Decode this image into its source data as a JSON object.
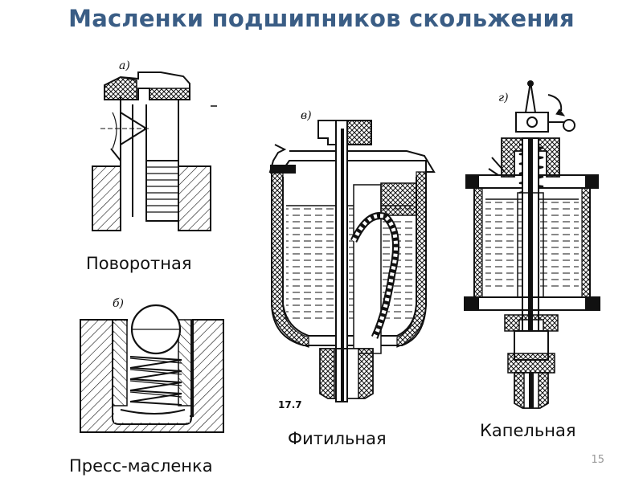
{
  "title": "Масленки подшипников скольжения",
  "figures": {
    "a": {
      "letter": "а)",
      "caption": "Поворотная"
    },
    "b": {
      "letter": "б)",
      "caption": "Пресс-масленка"
    },
    "v": {
      "letter": "в)",
      "caption": "Фитильная",
      "figure_number": "17.7"
    },
    "g": {
      "letter": "г)",
      "caption": "Капельная"
    }
  },
  "slide_number": "15"
}
